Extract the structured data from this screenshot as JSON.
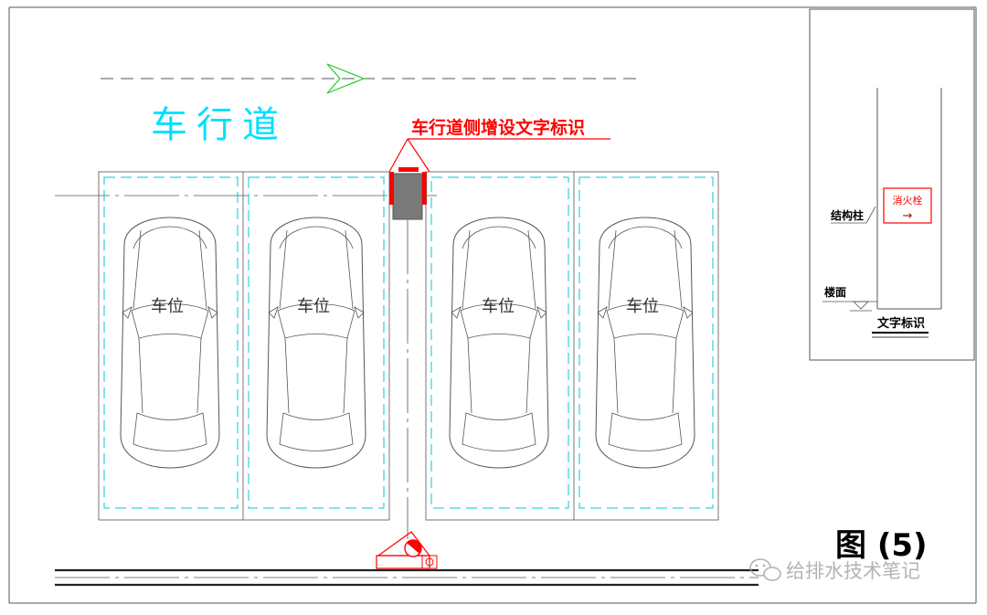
{
  "plan": {
    "lane_label": "车行道",
    "sign_callout": "车行道侧增设文字标识",
    "stall_labels": [
      "车位",
      "车位",
      "车位",
      "车位"
    ],
    "figure_label": "图 (5)"
  },
  "detail": {
    "hydrant_label": "消火栓",
    "arrow_symbol": "→",
    "column_label": "结构柱",
    "floor_label": "楼面",
    "caption": "文字标识"
  },
  "watermark": {
    "text": "给排水技术笔记"
  },
  "colors": {
    "line": "#555555",
    "cyan": "#00c8d6",
    "lane_text": "#00e0ff",
    "red": "#ff0000",
    "green": "#22cc22",
    "grey_fill": "#7a7a7a",
    "dark_red": "#a01010"
  }
}
